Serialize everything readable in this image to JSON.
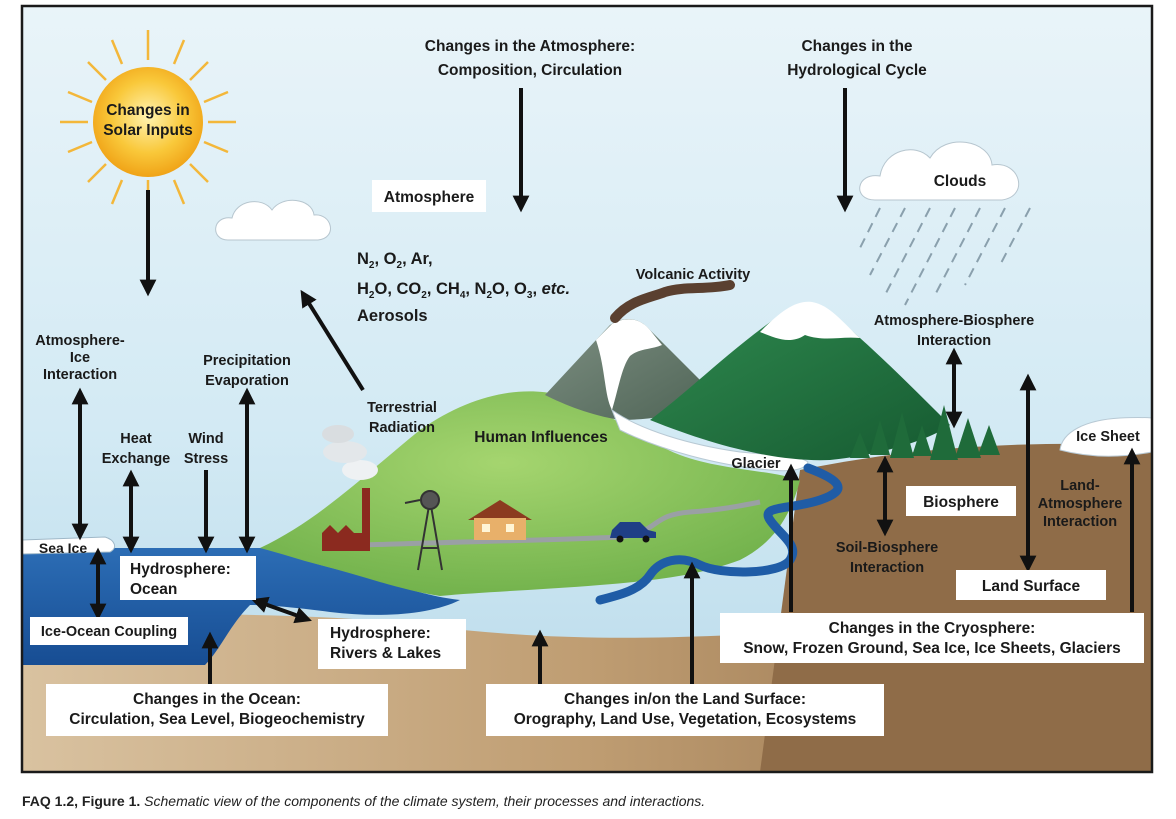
{
  "labels": {
    "solar": [
      "Changes in",
      "Solar Inputs"
    ],
    "atmosphere_changes": [
      "Changes in the Atmosphere:",
      "Composition, Circulation"
    ],
    "hydro_cycle": [
      "Changes in the",
      "Hydrological Cycle"
    ],
    "clouds": "Clouds",
    "atmosphere": "Atmosphere",
    "gases_line3": "Aerosols",
    "volcanic": "Volcanic Activity",
    "atm_biosphere": [
      "Atmosphere-Biosphere",
      "Interaction"
    ],
    "atm_ice": [
      "Atmosphere-",
      "Ice",
      "Interaction"
    ],
    "precip": [
      "Precipitation",
      "Evaporation"
    ],
    "terrestrial": [
      "Terrestrial",
      "Radiation"
    ],
    "human": "Human Influences",
    "heat": [
      "Heat",
      "Exchange"
    ],
    "wind": [
      "Wind",
      "Stress"
    ],
    "glacier": "Glacier",
    "ice_sheet": "Ice Sheet",
    "sea_ice": "Sea Ice",
    "biosphere": "Biosphere",
    "land_atm": [
      "Land-",
      "Atmosphere",
      "Interaction"
    ],
    "hydrosphere_ocean": [
      "Hydrosphere:",
      "Ocean"
    ],
    "soil_bio": [
      "Soil-Biosphere",
      "Interaction"
    ],
    "land_surface": "Land Surface",
    "ice_ocean": "Ice-Ocean Coupling",
    "rivers": [
      "Hydrosphere:",
      "Rivers & Lakes"
    ],
    "cryo": [
      "Changes in the Cryosphere:",
      "Snow, Frozen Ground, Sea Ice, Ice Sheets, Glaciers"
    ],
    "ocean_changes": [
      "Changes in the Ocean:",
      "Circulation, Sea Level, Biogeochemistry"
    ],
    "land_changes": [
      "Changes in/on the Land Surface:",
      "Orography, Land Use, Vegetation, Ecosystems"
    ]
  },
  "caption": {
    "bold": "FAQ 1.2, Figure 1.",
    "italic": "Schematic view of the components of the climate system, their processes and interactions."
  },
  "colors": {
    "sky": "#cfe6f1",
    "ocean": "#1f5ca6",
    "soil": "#b08a63",
    "grass": "#8cc55a",
    "sun": "#f6b21a"
  }
}
